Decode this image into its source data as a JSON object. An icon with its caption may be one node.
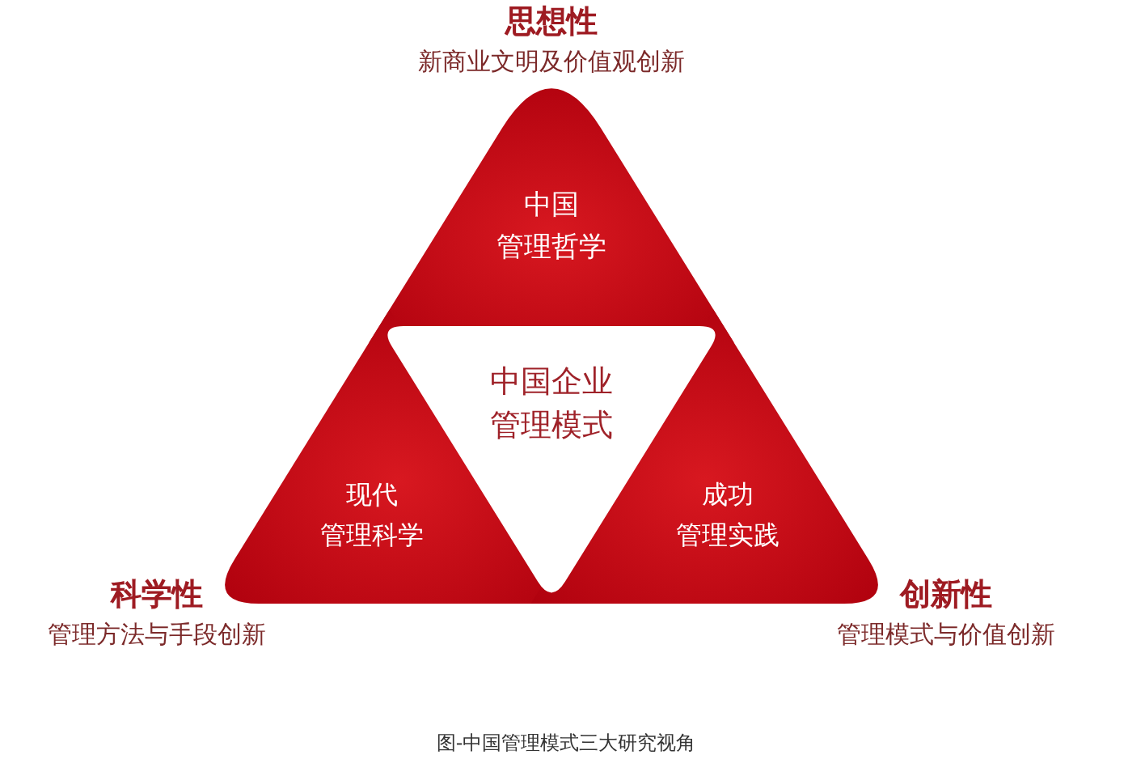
{
  "diagram": {
    "caption": "图-中国管理模式三大研究视角",
    "nodes": [
      {
        "text": [
          "中国管理哲学"
        ],
        "beside": [
          "思想性",
          "新商业文明及价值观创新"
        ]
      },
      {
        "text": [
          "中国企业管理模式"
        ]
      },
      {
        "text": [
          "现代管理科学"
        ],
        "beside": [
          "科学性",
          "管理方法与手段创新"
        ]
      },
      {
        "text": [
          "成功管理实践"
        ],
        "beside": [
          "创新性",
          "管理模式与价值创新"
        ]
      }
    ]
  }
}
